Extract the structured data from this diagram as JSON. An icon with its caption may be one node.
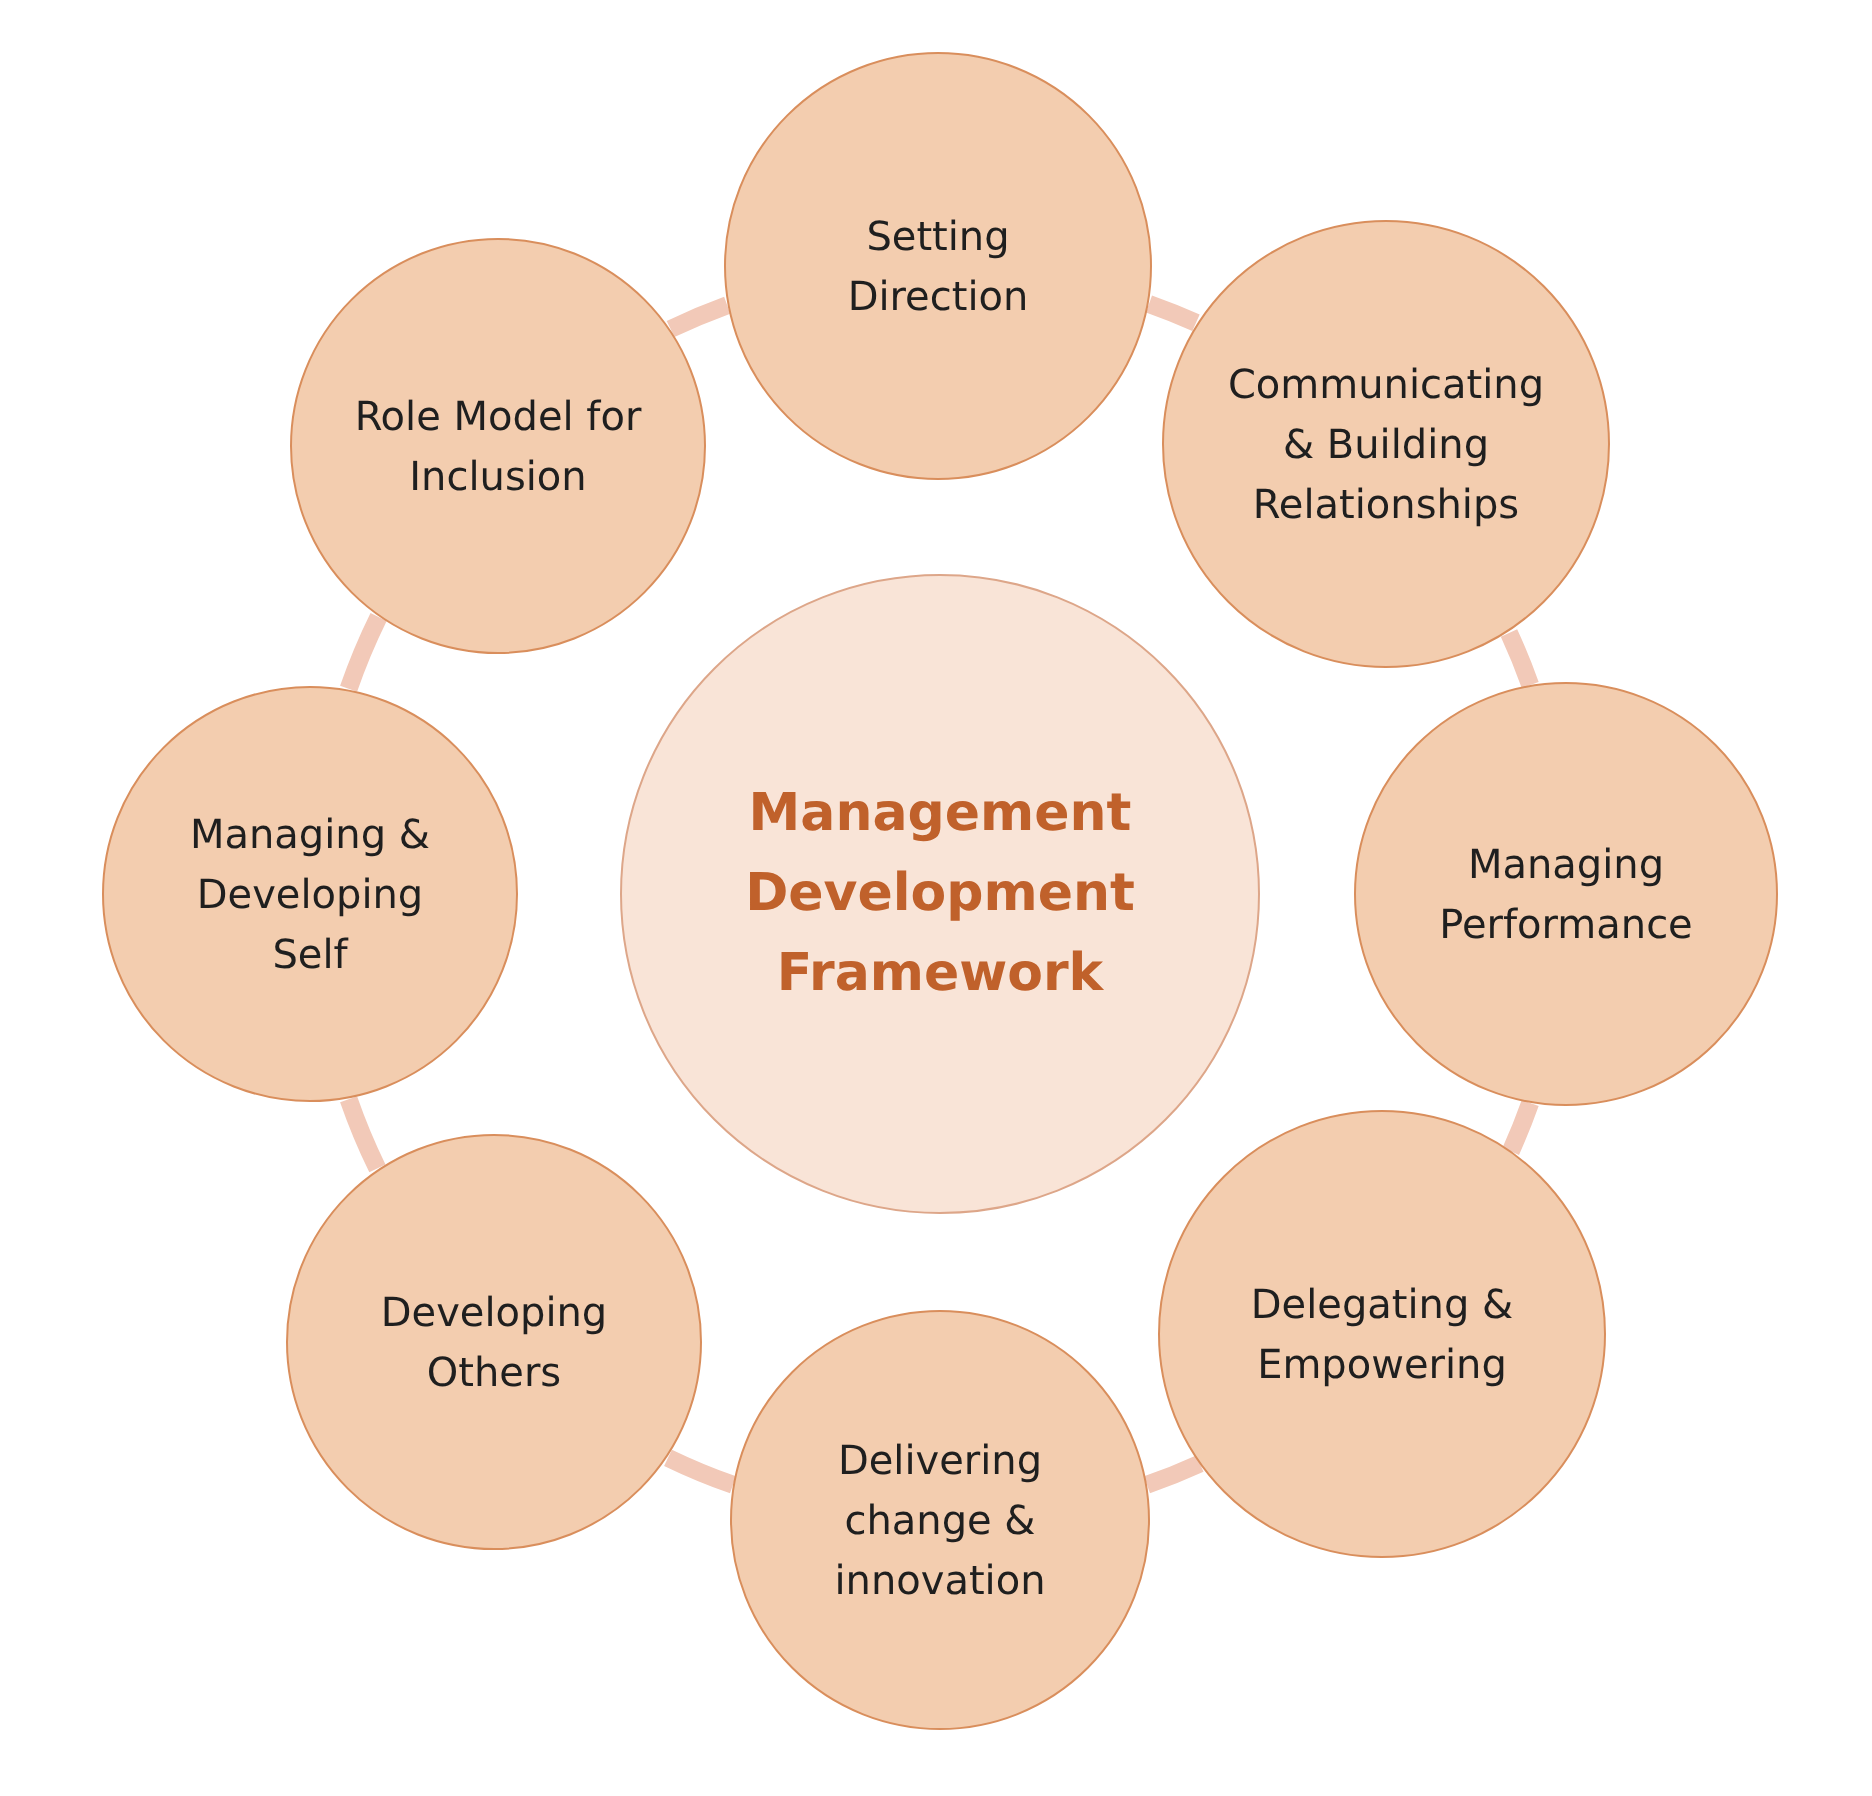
{
  "diagram": {
    "nodes": [
      {
        "text": [
          "Management Development Framework"
        ]
      },
      {
        "text": [
          "Setting Direction"
        ]
      },
      {
        "text": [
          "Communicating & Building Relationships"
        ]
      },
      {
        "text": [
          "Managing Performance"
        ]
      },
      {
        "text": [
          "Delegating & Empowering"
        ]
      },
      {
        "text": [
          "Delivering change & innovation"
        ]
      },
      {
        "text": [
          "Developing Others"
        ]
      },
      {
        "text": [
          "Managing & Developing Self"
        ]
      },
      {
        "text": [
          "Role Model for Inclusion"
        ]
      }
    ],
    "edges": [
      {
        "from": 1,
        "to": 2,
        "arrow": "none"
      },
      {
        "from": 2,
        "to": 3,
        "arrow": "none"
      },
      {
        "from": 3,
        "to": 4,
        "arrow": "none"
      },
      {
        "from": 4,
        "to": 5,
        "arrow": "none"
      },
      {
        "from": 5,
        "to": 6,
        "arrow": "none"
      },
      {
        "from": 6,
        "to": 7,
        "arrow": "none"
      },
      {
        "from": 7,
        "to": 8,
        "arrow": "none"
      },
      {
        "from": 8,
        "to": 1,
        "arrow": "none"
      }
    ]
  }
}
